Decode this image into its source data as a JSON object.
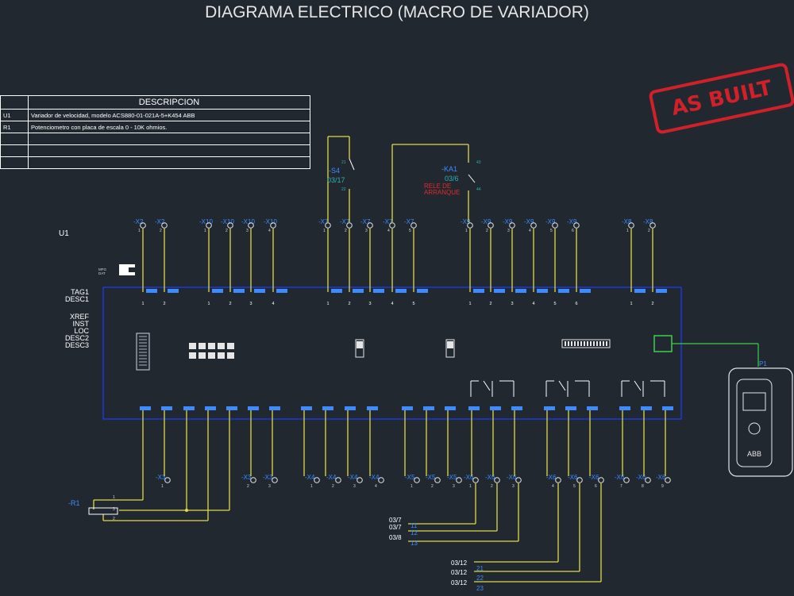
{
  "title": "DIAGRAMA ELECTRICO (MACRO DE VARIADOR)",
  "stamp": "AS BUILT",
  "table": {
    "header": [
      "",
      "DESCRIPCION"
    ],
    "rows": [
      [
        "U1",
        "Variador de velocidad, modelo ACS880-01-021A-5+K454 ABB"
      ],
      [
        "R1",
        "Potenciometro con placa de escala 0 - 10K ohmios."
      ],
      [
        "",
        ""
      ],
      [
        "",
        ""
      ],
      [
        "",
        ""
      ]
    ]
  },
  "device_label": "U1",
  "mfg_label": "MFG\nDAT",
  "tags": [
    "TAG1",
    "DESC1",
    "XREF",
    "INST",
    "LOC",
    "DESC2",
    "DESC3"
  ],
  "top_terminals": [
    {
      "group": "-X2",
      "nums": [
        "1",
        "2"
      ]
    },
    {
      "group": "-X10",
      "nums": [
        "1",
        "2",
        "3",
        "4"
      ]
    },
    {
      "group": "-X7",
      "nums": [
        "1",
        "2",
        "3",
        "4",
        "5"
      ]
    },
    {
      "group": "-X9",
      "nums": [
        "1",
        "2",
        "3",
        "4",
        "5",
        "6"
      ]
    },
    {
      "group": "-X8",
      "nums": [
        "1",
        "2"
      ]
    }
  ],
  "bottom_terminals": [
    {
      "group": "-X3",
      "nums": [
        "1"
      ]
    },
    {
      "group": "-X3",
      "nums": [
        "2",
        "3"
      ]
    },
    {
      "group": "-X4",
      "nums": [
        "1",
        "2",
        "3",
        "4"
      ]
    },
    {
      "group": "-X5",
      "nums": [
        "1",
        "2",
        "3"
      ]
    },
    {
      "group": "-X6",
      "nums": [
        "1",
        "2",
        "3"
      ]
    },
    {
      "group": "-X6",
      "nums": [
        "4",
        "5",
        "6"
      ]
    },
    {
      "group": "-X6",
      "nums": [
        "7",
        "8",
        "9"
      ]
    }
  ],
  "s4": {
    "label": "-S4",
    "ref": "03/17",
    "pins": [
      "21",
      "22"
    ]
  },
  "ka1": {
    "label": "-KA1",
    "ref": "03/6",
    "note": "RELE DE\nARRANQUE",
    "pins": [
      "43",
      "44"
    ]
  },
  "r1": {
    "label": "-R1",
    "pins": [
      "1",
      "3",
      "2"
    ]
  },
  "panel_label": "P1",
  "keypad_brand": "ABB",
  "cross_refs_a": [
    {
      "ref": "03/7",
      "num": "11"
    },
    {
      "ref": "03/7",
      "num": "12"
    },
    {
      "ref": "03/8",
      "num": "13"
    }
  ],
  "cross_refs_b": [
    {
      "ref": "03/12",
      "num": "21"
    },
    {
      "ref": "03/12",
      "num": "22"
    },
    {
      "ref": "03/12",
      "num": "23"
    }
  ],
  "colors": {
    "bg": "#212830",
    "wire": "#e0d84a",
    "terminal": "#3c8cff",
    "box": "#1a3cff",
    "red": "#e02a2a",
    "green": "#3fcf4a"
  }
}
